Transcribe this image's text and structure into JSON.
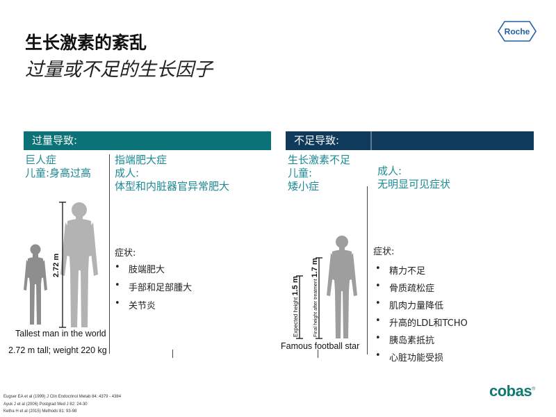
{
  "header": {
    "title": "生长激素的紊乱",
    "subtitle": "过量或不足的生长因子"
  },
  "colors": {
    "teal": "#0b7378",
    "navy": "#103a5c",
    "accent_text": "#1c8b96",
    "brand_green": "#11796f"
  },
  "excess": {
    "band_label": "过量导致:",
    "gigantism": {
      "title": "巨人症",
      "child": "儿童:身高过高"
    },
    "acromegaly": {
      "title": "指端肥大症",
      "adult": "成人:",
      "desc": "体型和内脏器官异常肥大"
    },
    "symptoms_label": "症状:",
    "symptoms": [
      "肢端肥大",
      "手部和足部腫大",
      "关节炎"
    ],
    "height_label": "2.72 m",
    "caption": "Tallest man in the world",
    "stats": "2.72 m tall; weight 220 kg"
  },
  "deficit": {
    "band_label": "不足导致:",
    "gh_deficiency": {
      "title": "生长激素不足",
      "child": "儿童:",
      "desc": "矮小症"
    },
    "adult": {
      "label": "成人:",
      "desc": "无明显可见症状"
    },
    "symptoms_label": "症状:",
    "symptoms": [
      "精力不足",
      "骨质疏松症",
      "肌肉力量降低",
      "升高的LDL和TCHO",
      "胰岛素抵抗",
      "心脏功能受损"
    ],
    "expected_label": "Expected height",
    "expected_value": "1.5 m",
    "final_label": "Final height after treatment",
    "final_value": "1.7 m",
    "caption": "Famous football star"
  },
  "references": [
    "Eugser EA et al (1999) J Clin Endocrinol Metab 84: 4379 - 4384",
    "Ayuk J et al (2006) Postgrad Med J 82: 24-30",
    "Ketha H et al (2015) Methods 81: 93-98"
  ],
  "brand": {
    "logo": "Roche",
    "product": "cobas",
    "registered": "®"
  }
}
